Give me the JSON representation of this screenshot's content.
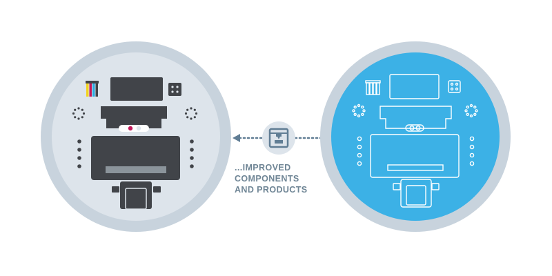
{
  "caption": {
    "lines": [
      "...IMPROVED",
      "COMPONENTS",
      "AND PRODUCTS"
    ]
  },
  "colors": {
    "outer_ring": "#c8d3dd",
    "left_disc": "#dde4eb",
    "right_disc": "#3cb1e6",
    "dark_part": "#414449",
    "accent_gray": "#8b949b",
    "line_white": "#ffffff",
    "arrow": "#607d94",
    "magenta": "#c2185b",
    "cyan": "#29a8df",
    "yellow": "#f3d21d"
  },
  "icons": {
    "left": "printer-parts-solid-icon",
    "center": "3d-printer-icon",
    "right": "printer-parts-outline-icon"
  }
}
